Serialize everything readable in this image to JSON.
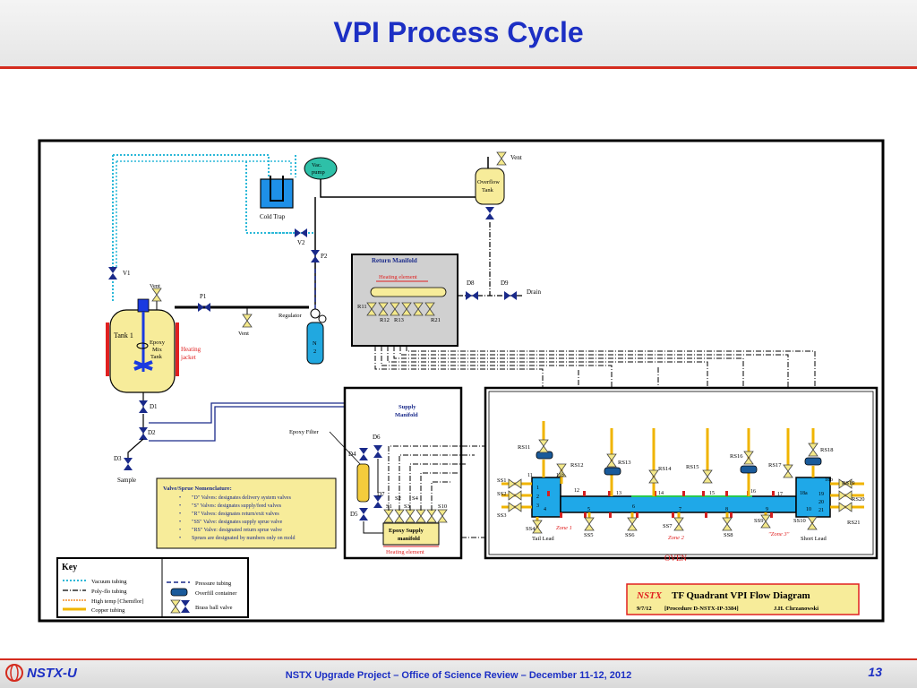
{
  "slide": {
    "title": "VPI Process Cycle",
    "footer_text": "NSTX Upgrade Project – Office of Science Review – December 11-12, 2012",
    "page_number": "13",
    "logo_text": "NSTX-U"
  },
  "diagram": {
    "components": {
      "vac_pump": [
        "Vac.",
        "pump"
      ],
      "cold_trap": "Cold Trap",
      "tank1": "Tank 1",
      "mix_tank": [
        "Epoxy",
        "Mix",
        "Tank"
      ],
      "heating_jacket": [
        "Heating",
        "jacket"
      ],
      "overflow_tank": [
        "Overflow",
        "Tank"
      ],
      "n2": [
        "N",
        "2"
      ],
      "regulator": "Regulator",
      "return_manifold": "Return Manifold",
      "heating_element_top": "Heating element",
      "drain": "Drain",
      "supply_manifold": [
        "Supply",
        "Manifold"
      ],
      "epoxy_filter": "Epoxy Filter",
      "epoxy_supply_manifold": [
        "Epoxy Supply",
        "manifold"
      ],
      "heating_element_bottom": "Heating element",
      "sample": "Sample",
      "oven": "OVEN",
      "tail_lead": "Tail Lead",
      "short_lead": "Short Lead",
      "zone1": "Zone 1",
      "zone2": "Zone 2",
      "zone3": "\"Zone 3\""
    },
    "valves": {
      "v1": "V1",
      "v2": "V2",
      "p1": "P1",
      "p2": "P2",
      "vent_tank": "Vent",
      "vent_p1": "Vent",
      "vent_overflow": "Vent",
      "d1": "D1",
      "d2": "D2",
      "d3": "D3",
      "d4": "D4",
      "d5": "D5",
      "d6": "D6",
      "d7": "D7",
      "d8": "D8",
      "d9": "D9",
      "r11": "R11",
      "r12": "R12",
      "r13": "R13",
      "r21": "R21",
      "s1": "S1",
      "s2": "S2",
      "s3": "S3",
      "s4": "S4",
      "s10": "S10",
      "ss1": "SS1",
      "ss2": "SS2",
      "ss3": "SS3",
      "ss4": "SS4",
      "ss5": "SS5",
      "ss6": "SS6",
      "ss7": "SS7",
      "ss8": "SS8",
      "ss9": "SS9",
      "ss10": "SS10",
      "rs11": "RS11",
      "rs12": "RS12",
      "rs13": "RS13",
      "rs14": "RS14",
      "rs15": "RS15",
      "rs16": "RS16",
      "rs17": "RS17",
      "rs18": "RS18",
      "rs19": "RS19",
      "rs20": "RS20",
      "rs21": "RS21"
    },
    "port_numbers": [
      "11",
      "11b",
      "12",
      "13",
      "14",
      "15",
      "16",
      "17",
      "18a",
      "18b",
      "19",
      "20",
      "21",
      "1",
      "2",
      "3",
      "4",
      "5",
      "6",
      "7",
      "8",
      "9",
      "10"
    ],
    "nomenclature": {
      "title": "Valve/Sprue Nomenclature:",
      "items": [
        "\"D\" Valves: designates delivery system valves",
        "\"S\" Valves: designates supply/feed valves",
        "\"R\" Valves: designates return/exit valves",
        "\"SS\" Valve:  designates supply sprue valve",
        "\"RS\" Valve: designated return sprue valve",
        "Sprues are designated by numbers only on mold"
      ]
    },
    "key": {
      "title": "Key",
      "items": [
        "Vacuum tubing",
        "Poly-flo tubing",
        "High temp [Chemflor]",
        "Copper tubing",
        "Pressure tubing",
        "Overfill container",
        "Brass ball valve"
      ]
    },
    "title_block": {
      "italic": "NSTX",
      "title": "TF Quadrant VPI Flow Diagram",
      "date": "9/7/12",
      "procedure": "[Procedure D-NSTX-IP-3384]",
      "author": "J.H. Chrzanowski"
    }
  }
}
